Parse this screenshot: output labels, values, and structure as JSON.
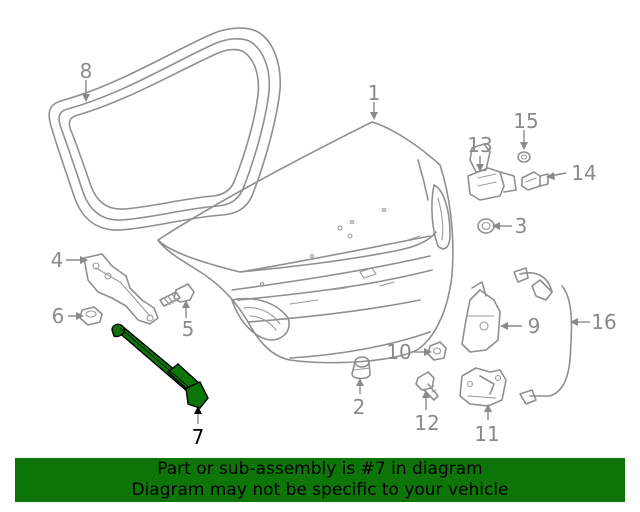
{
  "callouts": {
    "c1": "1",
    "c2": "2",
    "c3": "3",
    "c4": "4",
    "c5": "5",
    "c6": "6",
    "c7": "7",
    "c8": "8",
    "c9": "9",
    "c10": "10",
    "c11": "11",
    "c12": "12",
    "c13": "13",
    "c14": "14",
    "c15": "15",
    "c16": "16"
  },
  "highlighted_part": "7",
  "banner": {
    "line1": "Part or sub-assembly is #7 in diagram",
    "line2": "Diagram may not be specific to your vehicle"
  },
  "colors": {
    "banner_bg": "#0e7508",
    "highlight_fill": "#0e7508",
    "drawing_stroke": "#8f8f8f",
    "callout_text": "#8a8a8a"
  }
}
